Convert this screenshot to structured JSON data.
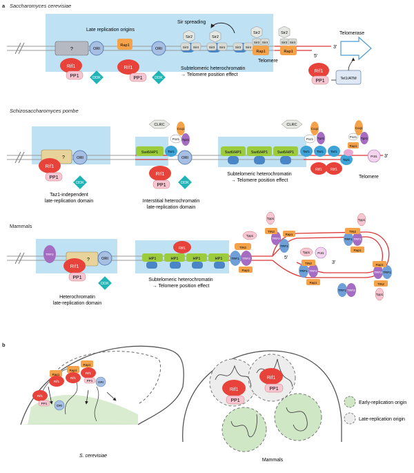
{
  "panel_a": {
    "letter": "a",
    "sc": {
      "species": "Saccharomyces cerevisiae",
      "late_origins": "Late replication origins",
      "sir_spreading": "Sir spreading",
      "telomerase": "Telomerase",
      "telomere": "Telomere",
      "hetero1": "Subtelomeric heterochromatin",
      "hetero2": "→ Telomere position effect",
      "three_prime": "3′",
      "five_prime": "5′",
      "q": "?",
      "ori": "ORI",
      "rif1": "Rif1",
      "pp1": "PP1",
      "ddk": "DDK",
      "rap1": "Rap1",
      "sir2": "Sir2",
      "sir3": "Sir3",
      "sir4": "Sir4",
      "tel1": "Tel1/ATM"
    },
    "sp": {
      "species": "Schizosaccharomyces pombe",
      "clrc": "CLRC",
      "ccq1": "Ccq1",
      "tpz1": "Tpz1",
      "poz1": "Poz1",
      "taz1": "Taz1",
      "swi6": "Swi6/HP1",
      "pot1": "Pot1",
      "rap1": "Rap1",
      "domain1_l1": "Taz1-independent",
      "domain1_l2": "late-replication domain",
      "domain2_l1": "Interstitial heterochromatin",
      "domain2_l2": "late-replication domain",
      "hetero1": "Subtelomeric heterochromatin",
      "hetero2": "→ Telomere position effect",
      "telomere": "Telomere",
      "three_prime": "3′",
      "five_prime": "5′"
    },
    "mm": {
      "species": "Mammals",
      "trf2": "TRF2",
      "trf1": "TRF1",
      "hp1": "HP1",
      "tin2": "TIN2",
      "tpp1": "Tpp1",
      "pot1": "Pot1",
      "rap1": "Rap1",
      "domain_l1": "Heterochromatin",
      "domain_l2": "late-replication domain",
      "hetero1": "Subtelomeric heterochromatin",
      "hetero2": "→ Telomere position effect",
      "three_prime": "3′",
      "five_prime": "5′"
    }
  },
  "panel_b": {
    "letter": "b",
    "sc_label": "S. cerevisiae",
    "mm_label": "Mammals",
    "legend_early": "Early-replication origin",
    "legend_late": "Late-replication origin",
    "rif1": "Rif1",
    "pp1": "PP1",
    "rap1": "Rap1",
    "ori": "ORI"
  },
  "colors": {
    "rif1": "#e8433b",
    "pp1": "#f7c6d3",
    "ddk": "#1fb4b5",
    "ori": "#a7bfe3",
    "rap1": "#f5a34b",
    "sir": "#d9dcd6",
    "nucleosome": "#4a86c5",
    "hp1": "#9ccc3c",
    "trf": "#6e9fd6",
    "purple": "#a56dc1",
    "blue_bg": "#bfe1f4",
    "tan": "#e8d39a",
    "early": "#cfe7c4",
    "late": "#e7e7e7"
  }
}
